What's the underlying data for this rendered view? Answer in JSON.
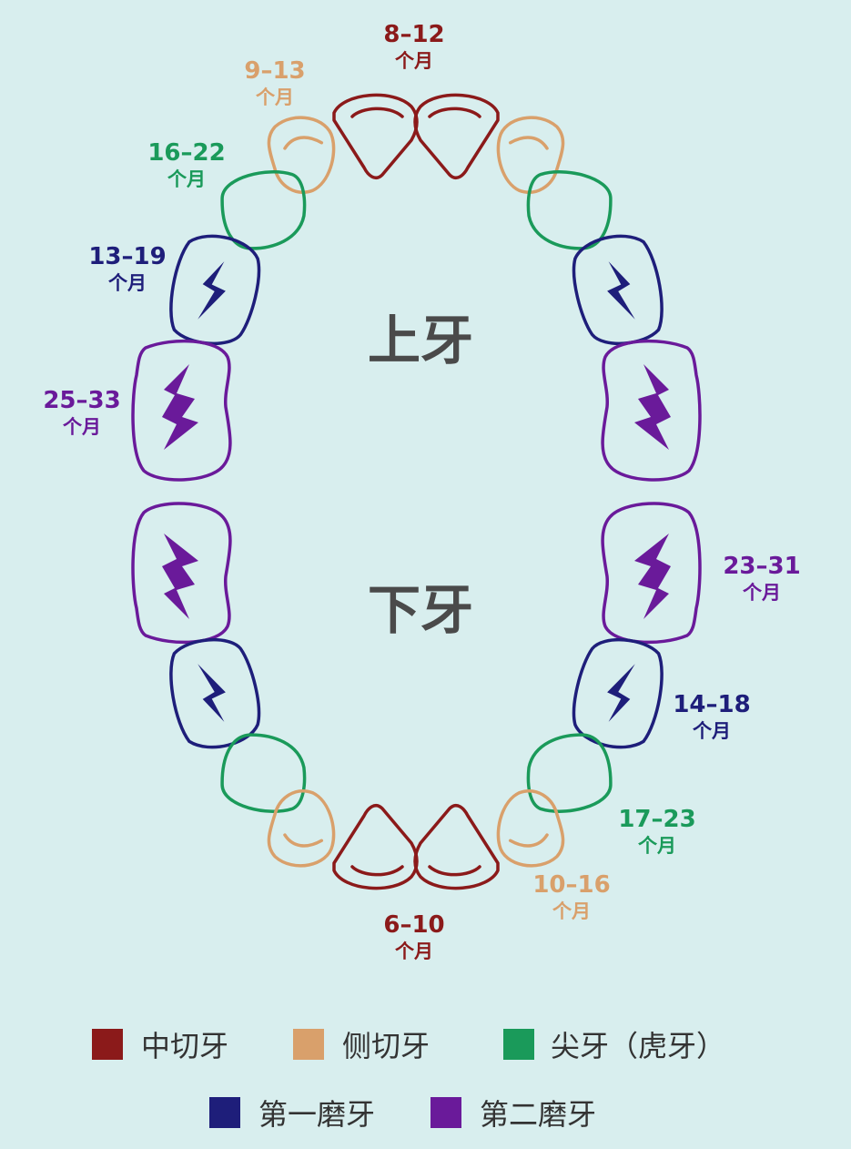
{
  "colors": {
    "background": "#d8eeee",
    "central": "#8b1a1a",
    "lateral": "#d9a06b",
    "canine": "#1a9a5a",
    "first_molar": "#1e1e7a",
    "second_molar": "#6a1a9a",
    "arch_label": "#4a4a4a",
    "legend_text": "#333333"
  },
  "arch_labels": {
    "upper": "上牙",
    "lower": "下牙"
  },
  "teeth": {
    "upper_central": {
      "range": "8–12",
      "unit": "个月"
    },
    "upper_lateral": {
      "range": "9–13",
      "unit": "个月"
    },
    "upper_canine": {
      "range": "16–22",
      "unit": "个月"
    },
    "upper_first_molar": {
      "range": "13–19",
      "unit": "个月"
    },
    "upper_second_molar": {
      "range": "25–33",
      "unit": "个月"
    },
    "lower_second_molar": {
      "range": "23–31",
      "unit": "个月"
    },
    "lower_first_molar": {
      "range": "14–18",
      "unit": "个月"
    },
    "lower_canine": {
      "range": "17–23",
      "unit": "个月"
    },
    "lower_lateral": {
      "range": "10–16",
      "unit": "个月"
    },
    "lower_central": {
      "range": "6–10",
      "unit": "个月"
    }
  },
  "legend": {
    "central": "中切牙",
    "lateral": "侧切牙",
    "canine": "尖牙（虎牙）",
    "first_molar": "第一磨牙",
    "second_molar": "第二磨牙"
  }
}
